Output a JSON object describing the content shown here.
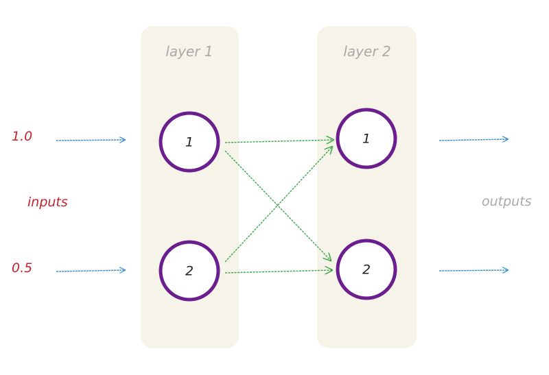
{
  "layers": [
    {
      "label": "layer 1",
      "nodes": [
        "1",
        "2"
      ]
    },
    {
      "label": "layer 2",
      "nodes": [
        "1",
        "2"
      ]
    }
  ],
  "inputs": {
    "label": "inputs",
    "values": [
      "1.0",
      "0.5"
    ]
  },
  "outputs": {
    "label": "outputs"
  },
  "colors": {
    "layer_panel": "#f6f3e8",
    "node_ring": "#6b1f8f",
    "io_arrow": "#3a8fd0",
    "connection": "#3aa548",
    "input_text": "#c0242e",
    "outputs_text": "#a9a9a9",
    "layer_text": "#a9a9a9"
  }
}
